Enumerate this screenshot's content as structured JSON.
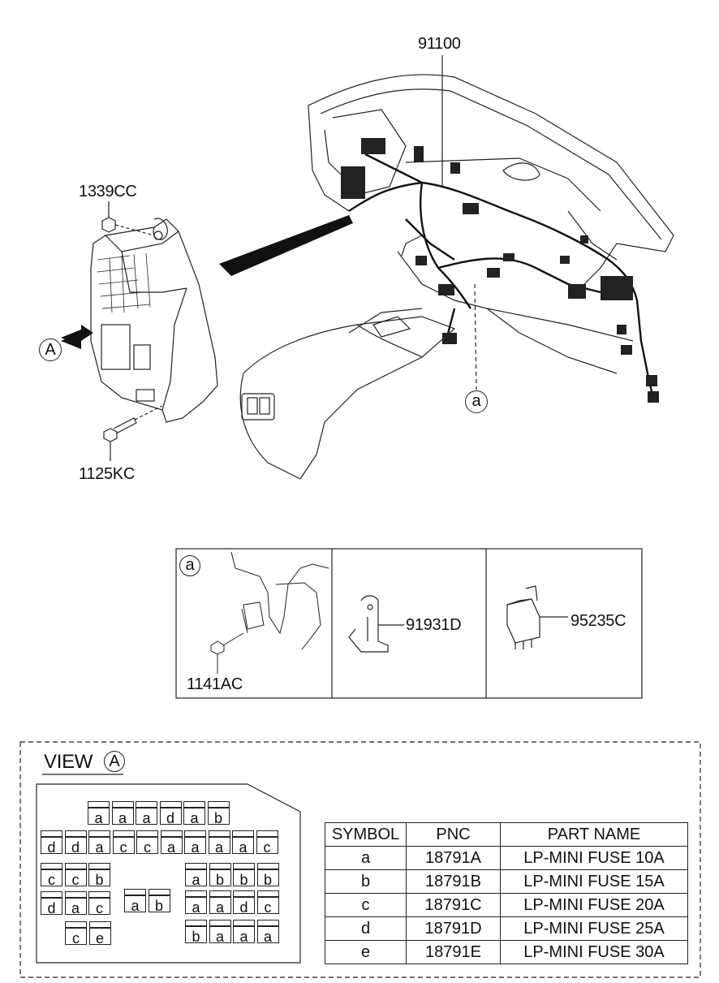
{
  "callouts": {
    "harness": "91100",
    "nut": "1339CC",
    "bolt": "1125KC",
    "arrow_letter": "A",
    "detail_ref": "a"
  },
  "detail_box": {
    "ref": "a",
    "bolt": "1141AC",
    "bracket": "91931D",
    "relay": "95235C"
  },
  "view": {
    "title": "VIEW",
    "letter": "A",
    "fuse_rows": [
      [
        "a",
        "a",
        "a",
        "d",
        "a",
        "b"
      ],
      [
        "d",
        "d",
        "a",
        "c",
        "c",
        "a",
        "a",
        "a",
        "a",
        "c"
      ],
      [
        "c",
        "c",
        "b"
      ],
      [
        "a",
        "b",
        "b",
        "b"
      ],
      [
        "d",
        "a",
        "c"
      ],
      [
        "a",
        "b"
      ],
      [
        "a",
        "a",
        "d",
        "c"
      ],
      [
        "c",
        "e"
      ],
      [
        "b",
        "a",
        "a",
        "a"
      ]
    ]
  },
  "table": {
    "headers": [
      "SYMBOL",
      "PNC",
      "PART NAME"
    ],
    "rows": [
      [
        "a",
        "18791A",
        "LP-MINI FUSE 10A"
      ],
      [
        "b",
        "18791B",
        "LP-MINI FUSE 15A"
      ],
      [
        "c",
        "18791C",
        "LP-MINI FUSE 20A"
      ],
      [
        "d",
        "18791D",
        "LP-MINI FUSE 25A"
      ],
      [
        "e",
        "18791E",
        "LP-MINI FUSE 30A"
      ]
    ]
  }
}
